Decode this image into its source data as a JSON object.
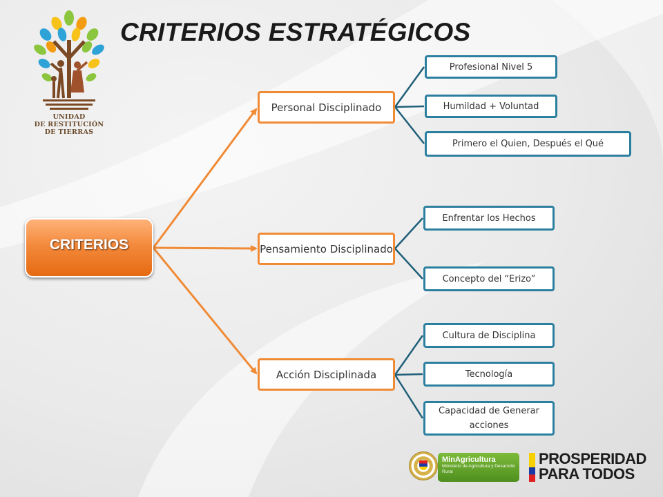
{
  "header": {
    "title": "CRITERIOS ESTRATÉGICOS"
  },
  "logo": {
    "line1": "UNIDAD",
    "line2": "DE RESTITUCIÓN",
    "line3": "DE TIERRAS"
  },
  "diagram": {
    "root": "CRITERIOS",
    "branches": [
      {
        "label": "Personal Disciplinado",
        "leaves": [
          "Profesional Nivel 5",
          "Humildad + Voluntad",
          "Primero el Quien, Después el Qué"
        ]
      },
      {
        "label": "Pensamiento Disciplinado",
        "leaves": [
          "Enfrentar los Hechos",
          "Concepto del “Erizo”"
        ]
      },
      {
        "label": "Acción Disciplinada",
        "leaves": [
          "Cultura de Disciplina",
          "Tecnología",
          "Capacidad de Generar acciones"
        ]
      }
    ]
  },
  "footer": {
    "ministry_name": "MinAgricultura",
    "ministry_sub": "Ministerio de Agricultura y Desarrollo Rural",
    "slogan_line1": "PROSPERIDAD",
    "slogan_line2": "PARA TODOS"
  },
  "colors": {
    "branch_border": "#f08a35",
    "leaf_border": "#2b7f9f",
    "root_fill": "#f38a3c"
  }
}
